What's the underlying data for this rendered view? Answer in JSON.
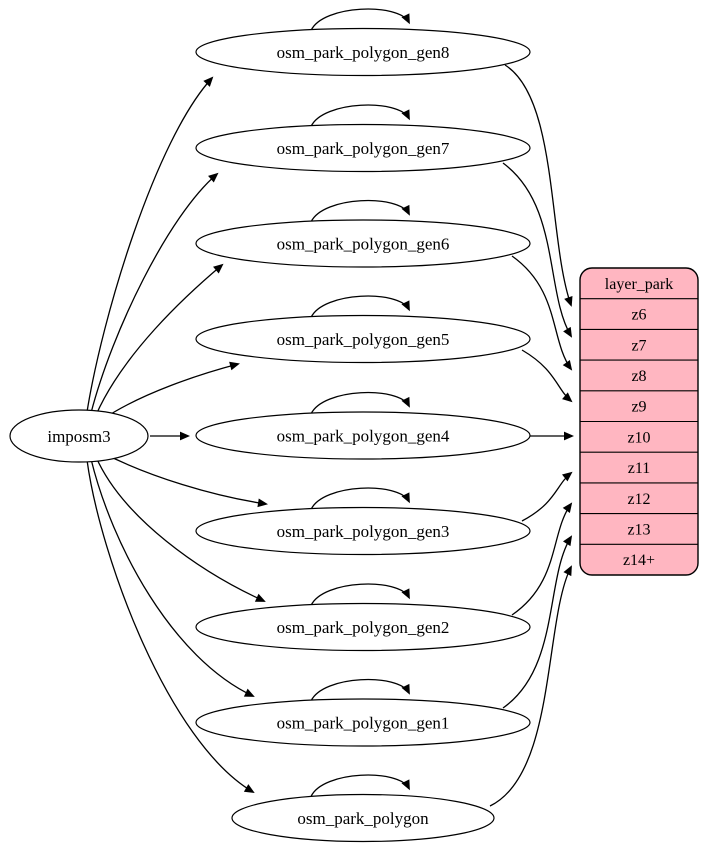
{
  "diagram": {
    "background_color": "#ffffff",
    "stroke_color": "#000000",
    "node_fill_color": "#ffffff",
    "source_node": {
      "id": "imposm3",
      "label": "imposm3"
    },
    "process_nodes": [
      {
        "id": "osm_park_polygon_gen8",
        "label": "osm_park_polygon_gen8"
      },
      {
        "id": "osm_park_polygon_gen7",
        "label": "osm_park_polygon_gen7"
      },
      {
        "id": "osm_park_polygon_gen6",
        "label": "osm_park_polygon_gen6"
      },
      {
        "id": "osm_park_polygon_gen5",
        "label": "osm_park_polygon_gen5"
      },
      {
        "id": "osm_park_polygon_gen4",
        "label": "osm_park_polygon_gen4"
      },
      {
        "id": "osm_park_polygon_gen3",
        "label": "osm_park_polygon_gen3"
      },
      {
        "id": "osm_park_polygon_gen2",
        "label": "osm_park_polygon_gen2"
      },
      {
        "id": "osm_park_polygon_gen1",
        "label": "osm_park_polygon_gen1"
      },
      {
        "id": "osm_park_polygon",
        "label": "osm_park_polygon"
      }
    ],
    "layer_table": {
      "id": "layer_park",
      "header": "layer_park",
      "rows": [
        "z6",
        "z7",
        "z8",
        "z9",
        "z10",
        "z11",
        "z12",
        "z13",
        "z14+"
      ],
      "fill_color": "#ffb6c1"
    },
    "edges": {
      "from_source": [
        "osm_park_polygon_gen8",
        "osm_park_polygon_gen7",
        "osm_park_polygon_gen6",
        "osm_park_polygon_gen5",
        "osm_park_polygon_gen4",
        "osm_park_polygon_gen3",
        "osm_park_polygon_gen2",
        "osm_park_polygon_gen1",
        "osm_park_polygon"
      ],
      "self_loops": [
        "osm_park_polygon_gen8",
        "osm_park_polygon_gen7",
        "osm_park_polygon_gen6",
        "osm_park_polygon_gen5",
        "osm_park_polygon_gen4",
        "osm_park_polygon_gen3",
        "osm_park_polygon_gen2",
        "osm_park_polygon_gen1",
        "osm_park_polygon"
      ],
      "to_layer_rows": [
        {
          "from": "osm_park_polygon_gen8",
          "to": "z6"
        },
        {
          "from": "osm_park_polygon_gen7",
          "to": "z7"
        },
        {
          "from": "osm_park_polygon_gen6",
          "to": "z8"
        },
        {
          "from": "osm_park_polygon_gen5",
          "to": "z9"
        },
        {
          "from": "osm_park_polygon_gen4",
          "to": "z10"
        },
        {
          "from": "osm_park_polygon_gen3",
          "to": "z11"
        },
        {
          "from": "osm_park_polygon_gen2",
          "to": "z12"
        },
        {
          "from": "osm_park_polygon_gen1",
          "to": "z13"
        },
        {
          "from": "osm_park_polygon",
          "to": "z14+"
        }
      ]
    }
  }
}
